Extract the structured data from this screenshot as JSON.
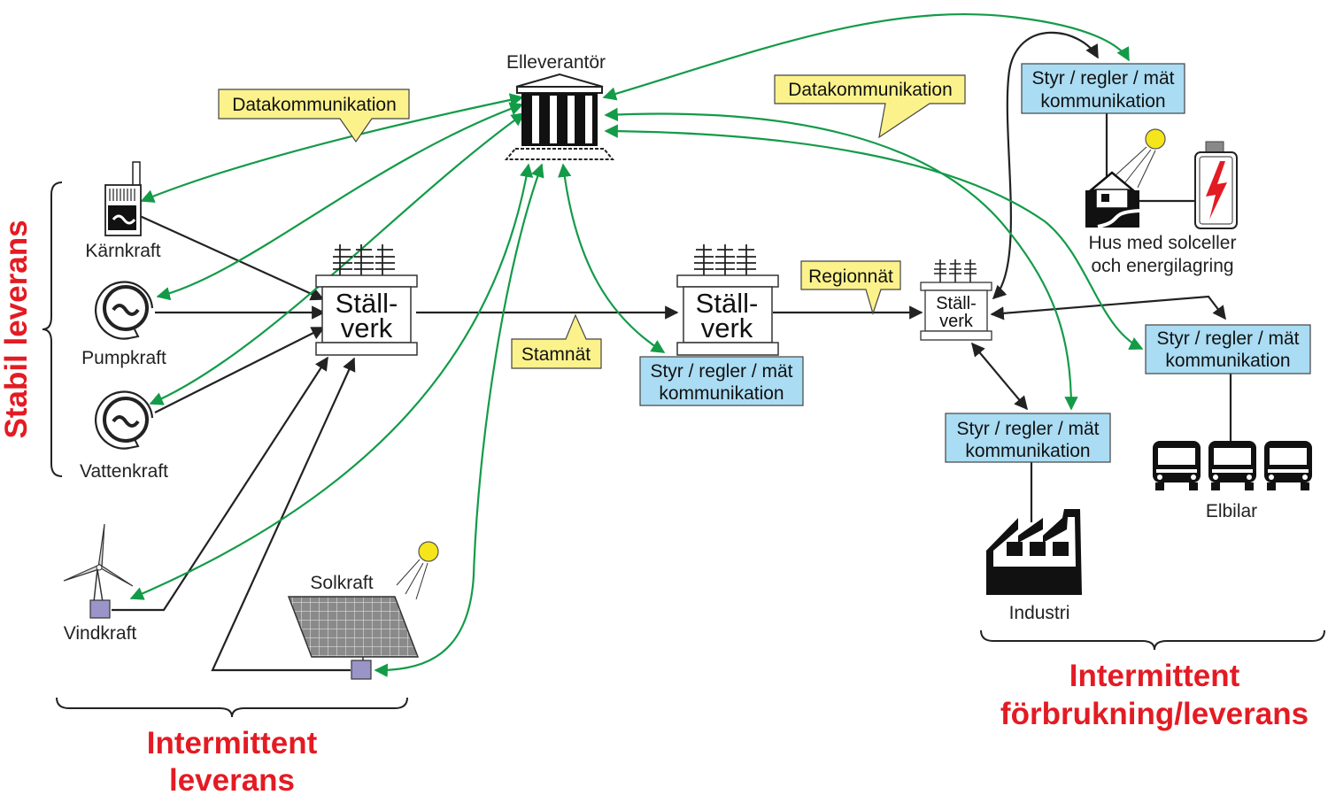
{
  "labels": {
    "supplier": "Elleverantör",
    "nuclear": "Kärnkraft",
    "pumped": "Pumpkraft",
    "hydro": "Vattenkraft",
    "wind": "Vindkraft",
    "solar": "Solkraft",
    "house_line1": "Hus med solceller",
    "house_line2": "och energilagring",
    "industry": "Industri",
    "ev": "Elbilar"
  },
  "callouts": {
    "data_left": "Datakommunikation",
    "data_right": "Datakommunikation",
    "transmission": "Stamnät",
    "regional": "Regionnät"
  },
  "substations": {
    "main_line1": "Ställ-",
    "main_line2": "verk",
    "mid_line1": "Ställ-",
    "mid_line2": "verk",
    "small_line1": "Ställ-",
    "small_line2": "verk"
  },
  "control_boxes": {
    "line1": "Styr / regler / mät",
    "line2": "kommunikation"
  },
  "group_titles": {
    "stable": "Stabil leverans",
    "inter_supply_line1": "Intermittent",
    "inter_supply_line2": "leverans",
    "inter_mixed_line1": "Intermittent",
    "inter_mixed_line2": "förbrukning/leverans"
  },
  "colors": {
    "power_line": "#222222",
    "data_link": "#139b48",
    "callout_fill": "#fbf28c",
    "control_box_fill": "#aadcf3",
    "title_red": "#e31b23",
    "sun": "#f5e51b",
    "inverter": "#9b94c9",
    "battery_bolt": "#e31b23"
  },
  "icons": {
    "supplier": "bank-building-icon",
    "nuclear": "nuclear-plant-icon",
    "generator": "generator-icon",
    "wind": "wind-turbine-icon",
    "solar": "solar-panel-icon",
    "sun": "sun-icon",
    "house": "house-icon",
    "battery": "battery-icon",
    "factory": "factory-icon",
    "bus": "bus-icon",
    "insulator": "insulator-icon"
  }
}
